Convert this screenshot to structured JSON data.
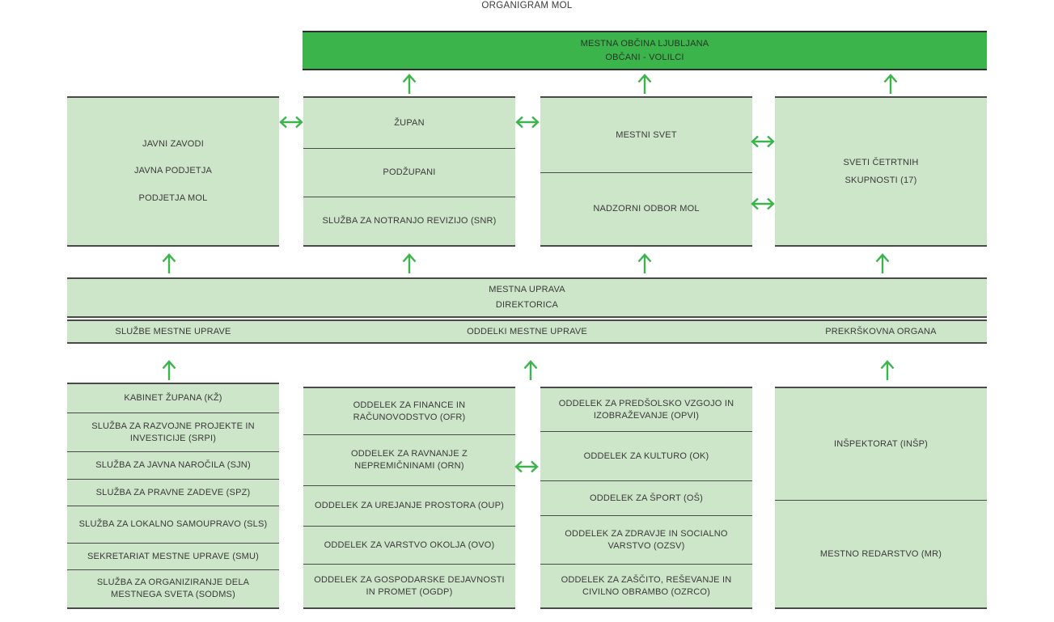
{
  "title": "ORGANIGRAM MOL",
  "colors": {
    "brand-green": "#3cb44c",
    "box-green": "#cde5c8",
    "line": "#4a4a4a",
    "text": "#3a3a3a"
  },
  "top_box": {
    "line1": "MESTNA OBČINA LJUBLJANA",
    "line2": "OBČANI - VOLILCI"
  },
  "row2": {
    "javni": {
      "line1": "JAVNI ZAVODI",
      "line2": "JAVNA PODJETJA",
      "line3": "PODJETJA MOL"
    },
    "zupan": {
      "s1": "ŽUPAN",
      "s2": "PODŽUPANI",
      "s3": "SLUŽBA ZA NOTRANJO REVIZIJO (SNR)"
    },
    "svet": {
      "s1": "MESTNI SVET",
      "s2": "NADZORNI ODBOR MOL"
    },
    "sveti": {
      "line1": "SVETI ČETRTNIH",
      "line2": "SKUPNOSTI (17)"
    }
  },
  "uprava": {
    "line1": "MESTNA UPRAVA",
    "line2": "DIREKTORICA",
    "sub_left": "SLUŽBE MESTNE UPRAVE",
    "sub_center": "ODDELKI MESTNE UPRAVE",
    "sub_right": "PREKRŠKOVNA ORGANA"
  },
  "sluzbe": [
    "KABINET ŽUPANA (KŽ)",
    "SLUŽBA ZA RAZVOJNE PROJEKTE IN INVESTICIJE (SRPI)",
    "SLUŽBA ZA JAVNA NAROČILA (SJN)",
    "SLUŽBA ZA PRAVNE ZADEVE (SPZ)",
    "SLUŽBA ZA LOKALNO SAMOUPRAVO (SLS)",
    "SEKRETARIAT MESTNE UPRAVE (SMU)",
    "SLUŽBA ZA ORGANIZIRANJE DELA MESTNEGA SVETA (SODMS)"
  ],
  "oddelki_a": [
    "ODDELEK ZA FINANCE IN RAČUNOVODSTVO (OFR)",
    "ODDELEK ZA RAVNANJE Z NEPREMIČNINAMI (ORN)",
    "ODDELEK ZA UREJANJE PROSTORA (OUP)",
    "ODDELEK ZA VARSTVO OKOLJA (OVO)",
    "ODDELEK ZA GOSPODARSKE DEJAVNOSTI IN PROMET (OGDP)"
  ],
  "oddelki_b": [
    "ODDELEK ZA PREDŠOLSKO VZGOJO IN IZOBRAŽEVANJE (OPVI)",
    "ODDELEK ZA KULTURO (OK)",
    "ODDELEK ZA ŠPORT (OŠ)",
    "ODDELEK ZA ZDRAVJE IN SOCIALNO VARSTVO (OZSV)",
    "ODDELEK ZA ZAŠČITO, REŠEVANJE IN CIVILNO OBRAMBO (OZRCO)"
  ],
  "prekrskovna": [
    "INŠPEKTORAT (INŠP)",
    "MESTNO REDARSTVO (MR)"
  ]
}
